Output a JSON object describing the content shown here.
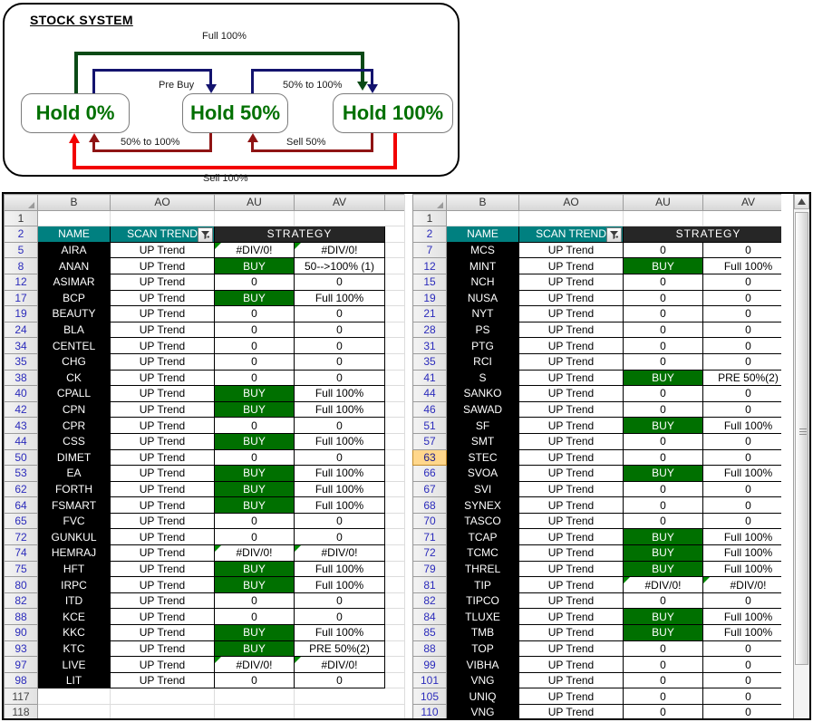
{
  "diagram": {
    "title": "STOCK SYSTEM",
    "nodes": [
      {
        "label": "Hold 0%"
      },
      {
        "label": "Hold 50%"
      },
      {
        "label": "Hold 100%"
      }
    ],
    "edge_labels": {
      "full100": "Full 100%",
      "pre_buy": "Pre Buy",
      "fifty_to_hundred_top": "50% to 100%",
      "fifty_to_hundred_bottom": "50% to 100%",
      "sell50": "Sell 50%",
      "sell100": "Sell 100%"
    },
    "colors": {
      "node_text": "#007000",
      "full100_arrow": "#0a4a16",
      "blue_arrow": "#13136e",
      "dark_red_arrow": "#8f1414",
      "red_arrow": "#f20000"
    }
  },
  "spreadsheet": {
    "column_headers": [
      "B",
      "AO",
      "AU",
      "AV"
    ],
    "header_row_number": "2",
    "blank_row_number": "1",
    "labels": {
      "name": "NAME",
      "scan_trend": "SCAN TREND",
      "strategy": "STRATEGY",
      "filter_icon": "filter-applied-icon"
    },
    "left_pane": {
      "rows": [
        {
          "n": "5",
          "name": "AIRA",
          "trend": "UP Trend",
          "au": "#DIV/0!",
          "av": "#DIV/0!",
          "buy": false,
          "comment": true
        },
        {
          "n": "8",
          "name": "ANAN",
          "trend": "UP Trend",
          "au": "BUY",
          "av": "50-->100% (1)",
          "buy": true,
          "comment": false
        },
        {
          "n": "12",
          "name": "ASIMAR",
          "trend": "UP Trend",
          "au": "0",
          "av": "0",
          "buy": false,
          "comment": false
        },
        {
          "n": "17",
          "name": "BCP",
          "trend": "UP Trend",
          "au": "BUY",
          "av": "Full 100%",
          "buy": true,
          "comment": false
        },
        {
          "n": "19",
          "name": "BEAUTY",
          "trend": "UP Trend",
          "au": "0",
          "av": "0",
          "buy": false,
          "comment": false
        },
        {
          "n": "24",
          "name": "BLA",
          "trend": "UP Trend",
          "au": "0",
          "av": "0",
          "buy": false,
          "comment": false
        },
        {
          "n": "34",
          "name": "CENTEL",
          "trend": "UP Trend",
          "au": "0",
          "av": "0",
          "buy": false,
          "comment": false
        },
        {
          "n": "35",
          "name": "CHG",
          "trend": "UP Trend",
          "au": "0",
          "av": "0",
          "buy": false,
          "comment": false
        },
        {
          "n": "38",
          "name": "CK",
          "trend": "UP Trend",
          "au": "0",
          "av": "0",
          "buy": false,
          "comment": false
        },
        {
          "n": "40",
          "name": "CPALL",
          "trend": "UP Trend",
          "au": "BUY",
          "av": "Full 100%",
          "buy": true,
          "comment": false
        },
        {
          "n": "42",
          "name": "CPN",
          "trend": "UP Trend",
          "au": "BUY",
          "av": "Full 100%",
          "buy": true,
          "comment": false
        },
        {
          "n": "43",
          "name": "CPR",
          "trend": "UP Trend",
          "au": "0",
          "av": "0",
          "buy": false,
          "comment": false
        },
        {
          "n": "44",
          "name": "CSS",
          "trend": "UP Trend",
          "au": "BUY",
          "av": "Full 100%",
          "buy": true,
          "comment": false
        },
        {
          "n": "50",
          "name": "DIMET",
          "trend": "UP Trend",
          "au": "0",
          "av": "0",
          "buy": false,
          "comment": false
        },
        {
          "n": "53",
          "name": "EA",
          "trend": "UP Trend",
          "au": "BUY",
          "av": "Full 100%",
          "buy": true,
          "comment": false
        },
        {
          "n": "62",
          "name": "FORTH",
          "trend": "UP Trend",
          "au": "BUY",
          "av": "Full 100%",
          "buy": true,
          "comment": false
        },
        {
          "n": "64",
          "name": "FSMART",
          "trend": "UP Trend",
          "au": "BUY",
          "av": "Full 100%",
          "buy": true,
          "comment": false
        },
        {
          "n": "65",
          "name": "FVC",
          "trend": "UP Trend",
          "au": "0",
          "av": "0",
          "buy": false,
          "comment": false
        },
        {
          "n": "72",
          "name": "GUNKUL",
          "trend": "UP Trend",
          "au": "0",
          "av": "0",
          "buy": false,
          "comment": false
        },
        {
          "n": "74",
          "name": "HEMRAJ",
          "trend": "UP Trend",
          "au": "#DIV/0!",
          "av": "#DIV/0!",
          "buy": false,
          "comment": true
        },
        {
          "n": "75",
          "name": "HFT",
          "trend": "UP Trend",
          "au": "BUY",
          "av": "Full 100%",
          "buy": true,
          "comment": false
        },
        {
          "n": "80",
          "name": "IRPC",
          "trend": "UP Trend",
          "au": "BUY",
          "av": "Full 100%",
          "buy": true,
          "comment": false
        },
        {
          "n": "82",
          "name": "ITD",
          "trend": "UP Trend",
          "au": "0",
          "av": "0",
          "buy": false,
          "comment": false
        },
        {
          "n": "88",
          "name": "KCE",
          "trend": "UP Trend",
          "au": "0",
          "av": "0",
          "buy": false,
          "comment": false
        },
        {
          "n": "90",
          "name": "KKC",
          "trend": "UP Trend",
          "au": "BUY",
          "av": "Full 100%",
          "buy": true,
          "comment": false
        },
        {
          "n": "93",
          "name": "KTC",
          "trend": "UP Trend",
          "au": "BUY",
          "av": "PRE 50%(2)",
          "buy": true,
          "comment": false
        },
        {
          "n": "97",
          "name": "LIVE",
          "trend": "UP Trend",
          "au": "#DIV/0!",
          "av": "#DIV/0!",
          "buy": false,
          "comment": true
        },
        {
          "n": "98",
          "name": "LIT",
          "trend": "UP Trend",
          "au": "0",
          "av": "0",
          "buy": false,
          "comment": false
        }
      ],
      "trailing_blank_rows": [
        "117",
        "118"
      ]
    },
    "right_pane": {
      "rows": [
        {
          "n": "7",
          "name": "MCS",
          "trend": "UP Trend",
          "au": "0",
          "av": "0",
          "buy": false,
          "comment": false,
          "selected": false
        },
        {
          "n": "12",
          "name": "MINT",
          "trend": "UP Trend",
          "au": "BUY",
          "av": "Full 100%",
          "buy": true,
          "comment": false,
          "selected": false
        },
        {
          "n": "15",
          "name": "NCH",
          "trend": "UP Trend",
          "au": "0",
          "av": "0",
          "buy": false,
          "comment": false,
          "selected": false
        },
        {
          "n": "19",
          "name": "NUSA",
          "trend": "UP Trend",
          "au": "0",
          "av": "0",
          "buy": false,
          "comment": false,
          "selected": false
        },
        {
          "n": "21",
          "name": "NYT",
          "trend": "UP Trend",
          "au": "0",
          "av": "0",
          "buy": false,
          "comment": false,
          "selected": false
        },
        {
          "n": "28",
          "name": "PS",
          "trend": "UP Trend",
          "au": "0",
          "av": "0",
          "buy": false,
          "comment": false,
          "selected": false
        },
        {
          "n": "31",
          "name": "PTG",
          "trend": "UP Trend",
          "au": "0",
          "av": "0",
          "buy": false,
          "comment": false,
          "selected": false
        },
        {
          "n": "35",
          "name": "RCI",
          "trend": "UP Trend",
          "au": "0",
          "av": "0",
          "buy": false,
          "comment": false,
          "selected": false
        },
        {
          "n": "41",
          "name": "S",
          "trend": "UP Trend",
          "au": "BUY",
          "av": "PRE 50%(2)",
          "buy": true,
          "comment": false,
          "selected": false
        },
        {
          "n": "44",
          "name": "SANKO",
          "trend": "UP Trend",
          "au": "0",
          "av": "0",
          "buy": false,
          "comment": false,
          "selected": false
        },
        {
          "n": "46",
          "name": "SAWAD",
          "trend": "UP Trend",
          "au": "0",
          "av": "0",
          "buy": false,
          "comment": false,
          "selected": false
        },
        {
          "n": "51",
          "name": "SF",
          "trend": "UP Trend",
          "au": "BUY",
          "av": "Full 100%",
          "buy": true,
          "comment": false,
          "selected": false
        },
        {
          "n": "57",
          "name": "SMT",
          "trend": "UP Trend",
          "au": "0",
          "av": "0",
          "buy": false,
          "comment": false,
          "selected": false
        },
        {
          "n": "63",
          "name": "STEC",
          "trend": "UP Trend",
          "au": "0",
          "av": "0",
          "buy": false,
          "comment": false,
          "selected": true
        },
        {
          "n": "66",
          "name": "SVOA",
          "trend": "UP Trend",
          "au": "BUY",
          "av": "Full 100%",
          "buy": true,
          "comment": false,
          "selected": false
        },
        {
          "n": "67",
          "name": "SVI",
          "trend": "UP Trend",
          "au": "0",
          "av": "0",
          "buy": false,
          "comment": false,
          "selected": false
        },
        {
          "n": "68",
          "name": "SYNEX",
          "trend": "UP Trend",
          "au": "0",
          "av": "0",
          "buy": false,
          "comment": false,
          "selected": false
        },
        {
          "n": "70",
          "name": "TASCO",
          "trend": "UP Trend",
          "au": "0",
          "av": "0",
          "buy": false,
          "comment": false,
          "selected": false
        },
        {
          "n": "71",
          "name": "TCAP",
          "trend": "UP Trend",
          "au": "BUY",
          "av": "Full 100%",
          "buy": true,
          "comment": false,
          "selected": false
        },
        {
          "n": "72",
          "name": "TCMC",
          "trend": "UP Trend",
          "au": "BUY",
          "av": "Full 100%",
          "buy": true,
          "comment": false,
          "selected": false
        },
        {
          "n": "79",
          "name": "THREL",
          "trend": "UP Trend",
          "au": "BUY",
          "av": "Full 100%",
          "buy": true,
          "comment": false,
          "selected": false
        },
        {
          "n": "81",
          "name": "TIP",
          "trend": "UP Trend",
          "au": "#DIV/0!",
          "av": "#DIV/0!",
          "buy": false,
          "comment": true,
          "selected": false
        },
        {
          "n": "82",
          "name": "TIPCO",
          "trend": "UP Trend",
          "au": "0",
          "av": "0",
          "buy": false,
          "comment": false,
          "selected": false
        },
        {
          "n": "84",
          "name": "TLUXE",
          "trend": "UP Trend",
          "au": "BUY",
          "av": "Full 100%",
          "buy": true,
          "comment": false,
          "selected": false
        },
        {
          "n": "85",
          "name": "TMB",
          "trend": "UP Trend",
          "au": "BUY",
          "av": "Full 100%",
          "buy": true,
          "comment": false,
          "selected": false
        },
        {
          "n": "88",
          "name": "TOP",
          "trend": "UP Trend",
          "au": "0",
          "av": "0",
          "buy": false,
          "comment": false,
          "selected": false
        },
        {
          "n": "99",
          "name": "VIBHA",
          "trend": "UP Trend",
          "au": "0",
          "av": "0",
          "buy": false,
          "comment": false,
          "selected": false
        },
        {
          "n": "101",
          "name": "VNG",
          "trend": "UP Trend",
          "au": "0",
          "av": "0",
          "buy": false,
          "comment": false,
          "selected": false
        },
        {
          "n": "105",
          "name": "UNIQ",
          "trend": "UP Trend",
          "au": "0",
          "av": "0",
          "buy": false,
          "comment": false,
          "selected": false
        },
        {
          "n": "110",
          "name": "VNG",
          "trend": "UP Trend",
          "au": "0",
          "av": "0",
          "buy": false,
          "comment": false,
          "selected": false
        }
      ]
    },
    "scrollbar": {
      "up_arrow": "scroll-up-icon"
    }
  }
}
